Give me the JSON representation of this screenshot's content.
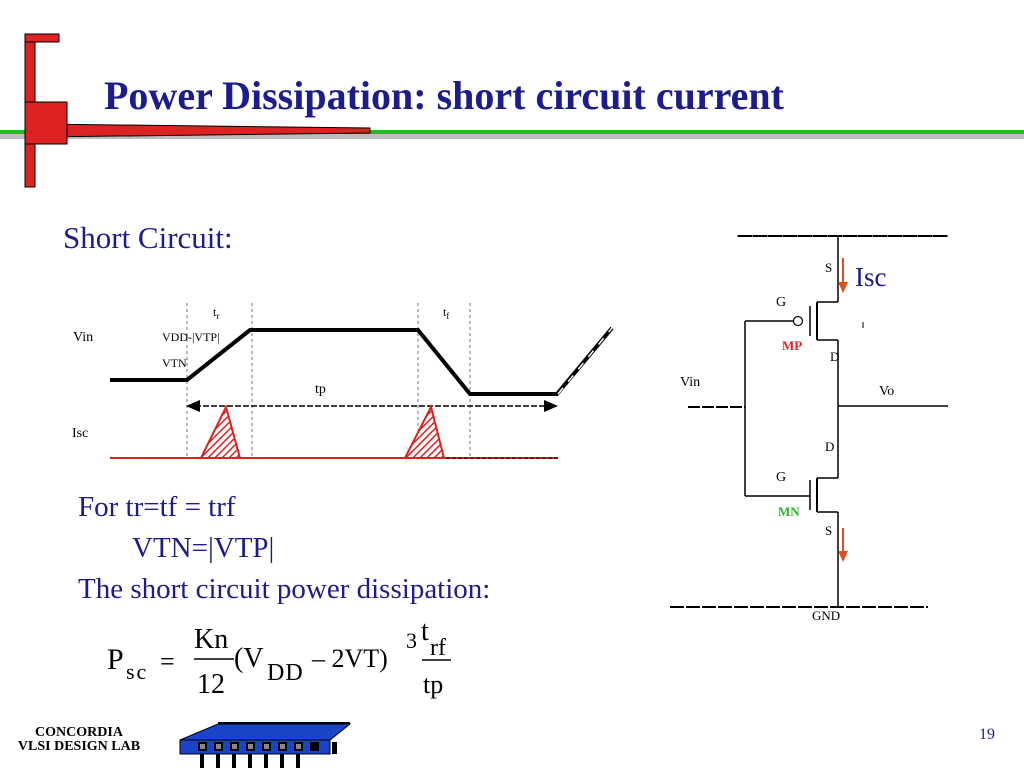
{
  "slide": {
    "title": "Power Dissipation: short circuit current",
    "section_label": "Short Circuit:",
    "page_number": "19"
  },
  "colors": {
    "title_blue": "#1c1c8c",
    "accent_red": "#dd2222",
    "accent_green": "#22bb22",
    "pmos_label": "#dd2222",
    "nmos_label": "#22bb22"
  },
  "waveform": {
    "vin_label": "Vin",
    "isc_label": "Isc",
    "tr_label": "t",
    "tr_sub": "r",
    "tf_label": "t",
    "tf_sub": "f",
    "vdd_vtp_label": "VDD-|VTP|",
    "vtn_label": "VTN",
    "tp_label": "tp"
  },
  "circuit": {
    "isc_label": "Isc",
    "pmos": {
      "s": "S",
      "g": "G",
      "d": "D",
      "name": "MP"
    },
    "nmos": {
      "d": "D",
      "g": "G",
      "s": "S",
      "name": "MN"
    },
    "vin_label": "Vin",
    "vo_label": "Vo",
    "gnd_label": "GND"
  },
  "body": {
    "line1": "For tr=tf = trf",
    "line2": "VTN=|VTP|",
    "line3": "The short circuit power dissipation:"
  },
  "formula": {
    "p": "P",
    "p_sub": "sc",
    "equals": "=",
    "kn": "Kn",
    "twelve": "12",
    "open_paren": "(V",
    "v_sub": "DD",
    "minus_vt": "– 2VT)",
    "power": "3",
    "t": "t",
    "t_sub": "rf",
    "tp": "tp"
  },
  "footer": {
    "lab_line1": "CONCORDIA",
    "lab_line2": "VLSI DESIGN LAB"
  }
}
